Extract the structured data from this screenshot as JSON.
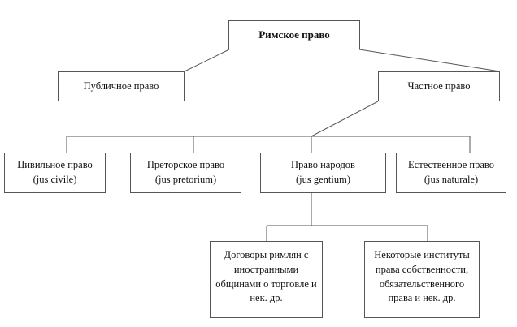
{
  "diagram": {
    "title_node": "Римское право",
    "type": "hierarchy-tree",
    "line_color": "#555555",
    "box_border_color": "#555555",
    "background": "#ffffff",
    "levels": {
      "level1": [
        {
          "id": "roman-law",
          "lines": [
            "Римское право"
          ],
          "bold": true
        }
      ],
      "level2": [
        {
          "id": "public-law",
          "lines": [
            "Публичное право"
          ]
        },
        {
          "id": "private-law",
          "lines": [
            "Частное право"
          ]
        }
      ],
      "level3": [
        {
          "id": "jus-civile",
          "lines": [
            "Цивильное право",
            "(jus civile)"
          ]
        },
        {
          "id": "jus-pretorium",
          "lines": [
            "Преторское право",
            "(jus pretorium)"
          ]
        },
        {
          "id": "jus-gentium",
          "lines": [
            "Право народов",
            "(jus gentium)"
          ]
        },
        {
          "id": "jus-naturale",
          "lines": [
            "Естественное право",
            "(jus naturale)"
          ]
        }
      ],
      "level4": [
        {
          "id": "treaties",
          "lines": [
            "Договоры римлян с",
            "иностранными",
            "общинами о торговле и",
            "нек. др."
          ]
        },
        {
          "id": "institutes",
          "lines": [
            "Некоторые институты",
            "права собственности,",
            "обязательственного",
            "права и нек. др."
          ]
        }
      ]
    }
  }
}
